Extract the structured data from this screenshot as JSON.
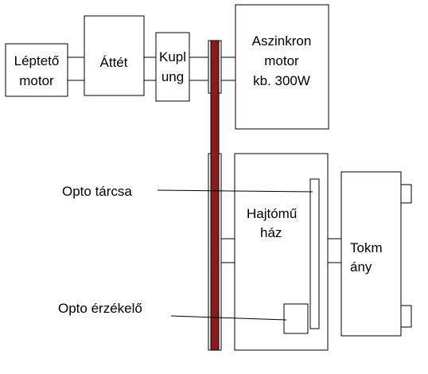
{
  "diagram": {
    "blocks": {
      "stepper_motor": {
        "line1": "Léptető",
        "line2": "motor"
      },
      "gearbox": {
        "label": "Áttét"
      },
      "coupling": {
        "line1": "Kupl",
        "line2": "ung"
      },
      "async_motor": {
        "line1": "Aszinkron",
        "line2": "motor",
        "line3": "kb. 300W"
      },
      "gear_housing": {
        "line1": "Hajtómű",
        "line2": "ház"
      },
      "chuck": {
        "line1": "Tokm",
        "line2": "ány"
      }
    },
    "callouts": {
      "opto_disc": "Opto tárcsa",
      "opto_sensor": "Opto érzékelő"
    },
    "colors": {
      "shaft": "#8b1a1a",
      "stroke": "#000000",
      "background": "#ffffff"
    }
  }
}
